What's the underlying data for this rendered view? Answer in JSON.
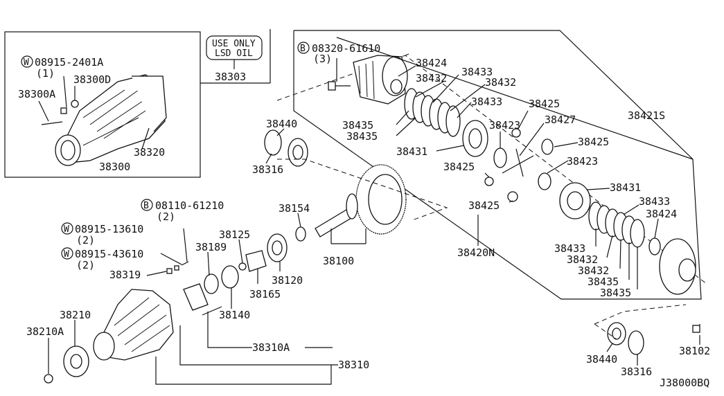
{
  "labels": {
    "w_08915_2401A": "08915-2401A",
    "qty_1": "(1)",
    "p38300D": "38300D",
    "p38300A": "38300A",
    "p38320": "38320",
    "p38300": "38300",
    "use_only_1": "USE ONLY",
    "use_only_2": "LSD OIL",
    "p38303": "38303",
    "b_08320_61610": "08320-61610",
    "qty_3": "(3)",
    "p38424_top": "38424",
    "p38432_a": "38432",
    "p38433_a": "38433",
    "p38432_b": "38432",
    "p38433_b": "38433",
    "p38435_a": "38435",
    "p38435_b": "38435",
    "p38425_top": "38425",
    "p38427": "38427",
    "p38421S": "38421S",
    "p38423_a": "38423",
    "p38425_r": "38425",
    "p38431_a": "38431",
    "p38425_l": "38425",
    "p38423_b": "38423",
    "p38440_top": "38440",
    "p38316_top": "38316",
    "p38431_b": "38431",
    "p38433_c": "38433",
    "p38425_b": "38425",
    "p38424_r": "38424",
    "b_08110_61210": "08110-61210",
    "qty_2a": "(2)",
    "p38154": "38154",
    "w_08915_13610": "08915-13610",
    "qty_2b": "(2)",
    "p38125": "38125",
    "p38189": "38189",
    "w_08915_43610": "08915-43610",
    "qty_2c": "(2)",
    "p38319": "38319",
    "p38100": "38100",
    "p38420N": "38420N",
    "p38433_d": "38433",
    "p38432_c": "38432",
    "p38432_d": "38432",
    "p38435_c": "38435",
    "p38435_d": "38435",
    "p38120": "38120",
    "p38165": "38165",
    "p38140": "38140",
    "p38210": "38210",
    "p38210A": "38210A",
    "p38310A": "38310A",
    "p38310": "38310",
    "p38440_bot": "38440",
    "p38316_bot": "38316",
    "p38102": "38102",
    "diagram_code": "J38000BQ",
    "w_symbol": "W",
    "b_symbol": "B"
  }
}
